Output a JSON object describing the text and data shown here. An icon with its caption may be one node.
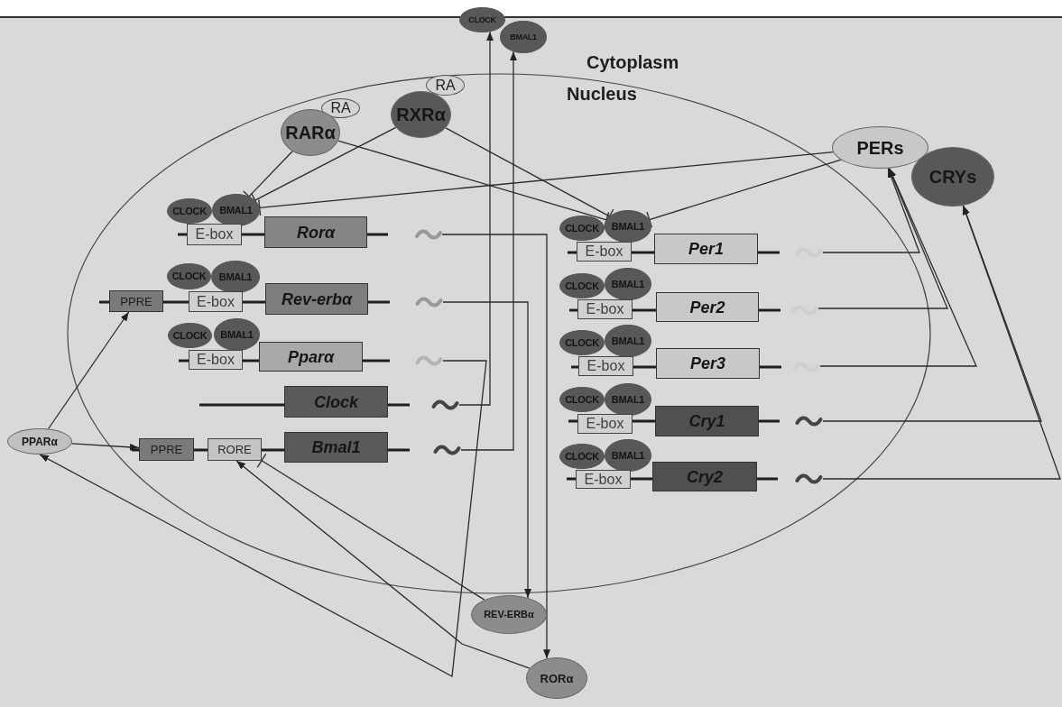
{
  "diagram": {
    "nodes": [
      {
        "text": [
          "CLOCK"
        ]
      },
      {
        "text": [
          "BMAL1"
        ]
      },
      {
        "text": [
          "RA"
        ]
      },
      {
        "text": [
          "RARα"
        ]
      },
      {
        "text": [
          "RA"
        ]
      },
      {
        "text": [
          "RXRα"
        ]
      },
      {
        "text": [
          "PERs"
        ]
      },
      {
        "text": [
          "CRYs"
        ]
      },
      {
        "text": [
          "CLOCK"
        ]
      },
      {
        "text": [
          "BMAL1"
        ]
      },
      {
        "text": [
          "E-box"
        ]
      },
      {
        "text": [
          "Rorα"
        ]
      },
      {
        "text": [],
        "shape": "wave"
      },
      {
        "text": [
          "CLOCK"
        ]
      },
      {
        "text": [
          "BMAL1"
        ]
      },
      {
        "text": [
          "E-box"
        ]
      },
      {
        "text": [
          "Per1"
        ]
      },
      {
        "text": [],
        "shape": "wave"
      },
      {
        "text": [
          "PPRE"
        ]
      },
      {
        "text": [
          "CLOCK"
        ]
      },
      {
        "text": [
          "BMAL1"
        ]
      },
      {
        "text": [
          "E-box"
        ]
      },
      {
        "text": [
          "Rev-erbα"
        ]
      },
      {
        "text": [],
        "shape": "wave"
      },
      {
        "text": [
          "CLOCK"
        ]
      },
      {
        "text": [
          "BMAL1"
        ]
      },
      {
        "text": [
          "E-box"
        ]
      },
      {
        "text": [
          "Per2"
        ]
      },
      {
        "text": [],
        "shape": "wave"
      },
      {
        "text": [
          "CLOCK"
        ]
      },
      {
        "text": [
          "BMAL1"
        ]
      },
      {
        "text": [
          "E-box"
        ]
      },
      {
        "text": [
          "Pparα"
        ]
      },
      {
        "text": [],
        "shape": "wave"
      },
      {
        "text": [
          "CLOCK"
        ]
      },
      {
        "text": [
          "BMAL1"
        ]
      },
      {
        "text": [
          "E-box"
        ]
      },
      {
        "text": [
          "Per3"
        ]
      },
      {
        "text": [],
        "shape": "wave"
      },
      {
        "text": [
          "Clock"
        ]
      },
      {
        "text": [],
        "shape": "wave"
      },
      {
        "text": [
          "CLOCK"
        ]
      },
      {
        "text": [
          "BMAL1"
        ]
      },
      {
        "text": [
          "E-box"
        ]
      },
      {
        "text": [
          "Cry1"
        ]
      },
      {
        "text": [],
        "shape": "wave"
      },
      {
        "text": [
          "PPARα"
        ]
      },
      {
        "text": [
          "PPRE"
        ]
      },
      {
        "text": [
          "RORE"
        ]
      },
      {
        "text": [
          "Bmal1"
        ]
      },
      {
        "text": [],
        "shape": "wave"
      },
      {
        "text": [
          "CLOCK"
        ]
      },
      {
        "text": [
          "BMAL1"
        ]
      },
      {
        "text": [
          "E-box"
        ]
      },
      {
        "text": [
          "Cry2"
        ]
      },
      {
        "text": [],
        "shape": "wave"
      },
      {
        "text": [
          "REV-ERBα"
        ]
      },
      {
        "text": [
          "RORα"
        ]
      }
    ],
    "edges": [
      {
        "from": 12,
        "to": 57,
        "arrow": "to"
      },
      {
        "from": 23,
        "to": 56,
        "arrow": "to"
      },
      {
        "from": 33,
        "to": 46,
        "arrow": "to"
      },
      {
        "from": 40,
        "to": 0,
        "arrow": "to"
      },
      {
        "from": 50,
        "to": 1,
        "arrow": "to"
      },
      {
        "from": 17,
        "to": 6,
        "arrow": "to"
      },
      {
        "from": 28,
        "to": 6,
        "arrow": "to"
      },
      {
        "from": 38,
        "to": 6,
        "arrow": "to"
      },
      {
        "from": 45,
        "to": 7,
        "arrow": "to"
      },
      {
        "from": 55,
        "to": 7,
        "arrow": "to"
      },
      {
        "from": 46,
        "to": 18,
        "arrow": "to"
      },
      {
        "from": 46,
        "to": 47,
        "arrow": "to"
      },
      {
        "from": 57,
        "to": 48,
        "arrow": "to"
      },
      {
        "from": 56,
        "to": 48,
        "arrow": "other"
      },
      {
        "from": 3,
        "to": 9,
        "arrow": "other"
      },
      {
        "from": 5,
        "to": 9,
        "arrow": "other"
      },
      {
        "from": 6,
        "to": 9,
        "arrow": "other"
      },
      {
        "from": 3,
        "to": 14,
        "arrow": "other"
      },
      {
        "from": 5,
        "to": 14,
        "arrow": "other"
      },
      {
        "from": 6,
        "to": 14,
        "arrow": "other"
      }
    ],
    "labels": [
      "Cytoplasm",
      "Nucleus"
    ]
  }
}
